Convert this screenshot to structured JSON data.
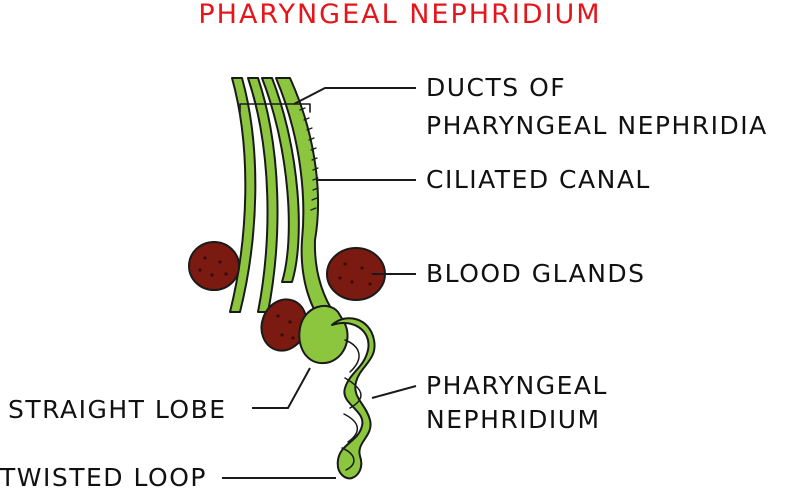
{
  "title": "PHARYNGEAL NEPHRIDIUM",
  "colors": {
    "title": "#e4161b",
    "duct_fill": "#8cc63f",
    "outline": "#1a1a1a",
    "gland_fill": "#7a1a10",
    "gland_dots": "#3a0c06",
    "background": "#ffffff"
  },
  "labels": {
    "ducts_line1": "DUCTS OF",
    "ducts_line2": "PHARYNGEAL NEPHRIDIA",
    "ciliated_canal": "CILIATED CANAL",
    "blood_glands": "BLOOD GLANDS",
    "nephridium_line1": "PHARYNGEAL",
    "nephridium_line2": "NEPHRIDIUM",
    "straight_lobe": "STRAIGHT LOBE",
    "twisted_loop": "TWISTED LOOP"
  }
}
